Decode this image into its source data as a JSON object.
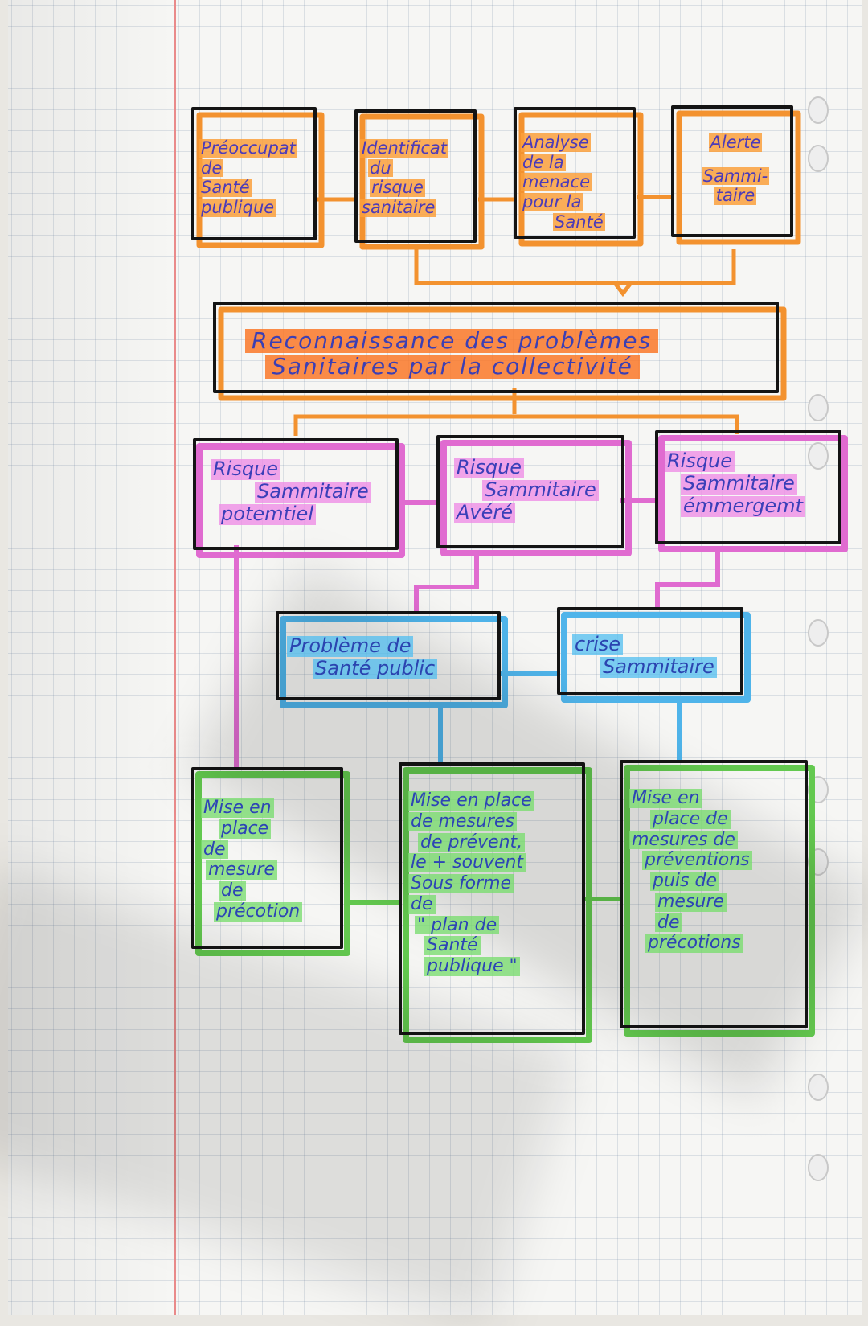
{
  "boxes": {
    "preoccupation": [
      "Préoccupat",
      "de",
      "Santé",
      "publique"
    ],
    "identification": [
      "Identificat",
      "du",
      "risque",
      "sanitaire"
    ],
    "analyse": [
      "Analyse",
      "de la",
      "menace",
      "pour la",
      "Santé"
    ],
    "alerte": [
      "Alerte",
      "Sammi-",
      "taire"
    ],
    "reconnaissance": [
      "Reconnaissance des problèmes",
      "Sanitaires par la collectivité"
    ],
    "risque_potentiel": [
      "Risque",
      "Sammitaire",
      "potemtiel"
    ],
    "risque_avere": [
      "Risque",
      "Sammitaire",
      "Avéré"
    ],
    "risque_emergent": [
      "Risque",
      "Sammitaire",
      "émmergemt"
    ],
    "probleme_sante": [
      "Problème de",
      "Santé public"
    ],
    "crise": [
      "crise",
      "Sammitaire"
    ],
    "mesures_precaution": [
      "Mise en",
      "place",
      "de",
      "mesure",
      "de",
      "précotion"
    ],
    "plan_sante": [
      "Mise en place",
      "de mesures",
      "de prévent,",
      "le + souvent",
      "Sous forme",
      "de",
      "\" plan de",
      "Santé",
      "publique \""
    ],
    "prevention_precaution": [
      "Mise en",
      "place de",
      "mesures de",
      "préventions",
      "puis de",
      "mesure",
      "de",
      "précotions"
    ]
  },
  "colors": {
    "orange": "#f3922f",
    "pink": "#e06bd0",
    "blue": "#4fb4ea",
    "green": "#63c94f",
    "ink": "#141414",
    "margin": "#e98a8a"
  }
}
